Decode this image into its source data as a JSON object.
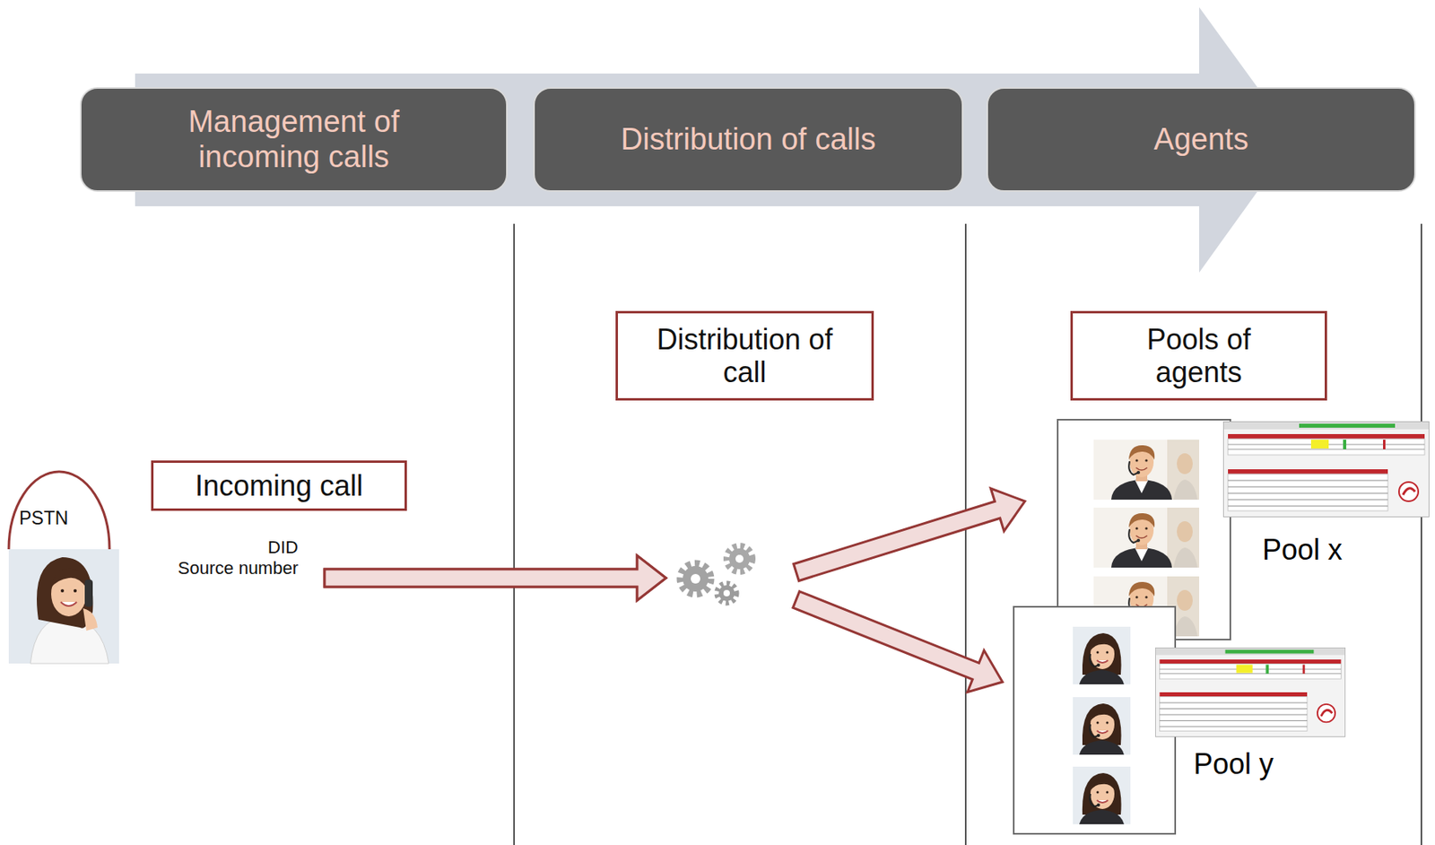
{
  "diagram": {
    "nodes": [
      {
        "text": [
          "Management of incoming calls"
        ]
      },
      {
        "text": [
          "Distribution of calls"
        ]
      },
      {
        "text": [
          "Agents"
        ]
      },
      {
        "text": [
          "Distribution of call"
        ]
      },
      {
        "text": [
          "Pools of agents"
        ]
      },
      {
        "text": [
          "PSTN"
        ]
      },
      {
        "text": [
          "Incoming call"
        ]
      },
      {
        "text": [
          "Pool x"
        ]
      },
      {
        "text": [
          "Pool y"
        ]
      }
    ],
    "edges": [
      {
        "from": 5,
        "to": 7,
        "arrow": "to"
      },
      {
        "from": 5,
        "to": 8,
        "arrow": "to"
      }
    ],
    "labels": [
      "DID",
      "Source number"
    ]
  }
}
